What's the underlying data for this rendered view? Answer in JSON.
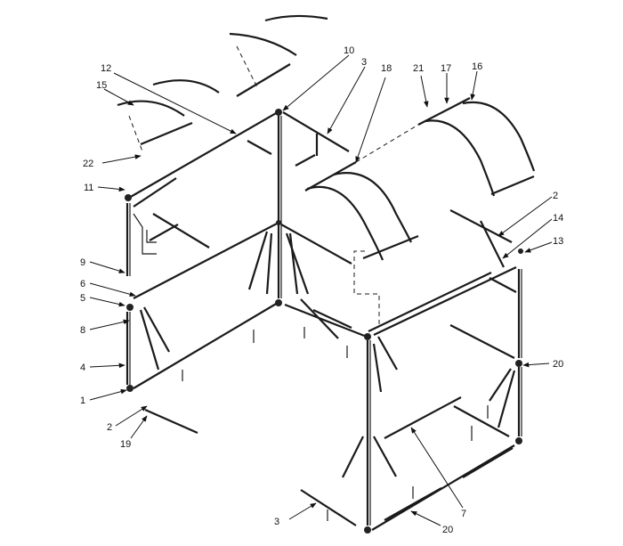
{
  "callouts": [
    {
      "id": "c1",
      "text": "1"
    },
    {
      "id": "c2a",
      "text": "2"
    },
    {
      "id": "c2b",
      "text": "2"
    },
    {
      "id": "c3a",
      "text": "3"
    },
    {
      "id": "c3b",
      "text": "3"
    },
    {
      "id": "c4",
      "text": "4"
    },
    {
      "id": "c5",
      "text": "5"
    },
    {
      "id": "c6",
      "text": "6"
    },
    {
      "id": "c7",
      "text": "7"
    },
    {
      "id": "c8",
      "text": "8"
    },
    {
      "id": "c9",
      "text": "9"
    },
    {
      "id": "c10",
      "text": "10"
    },
    {
      "id": "c11",
      "text": "11"
    },
    {
      "id": "c12",
      "text": "12"
    },
    {
      "id": "c13",
      "text": "13"
    },
    {
      "id": "c14",
      "text": "14"
    },
    {
      "id": "c15",
      "text": "15"
    },
    {
      "id": "c16",
      "text": "16"
    },
    {
      "id": "c17",
      "text": "17"
    },
    {
      "id": "c18",
      "text": "18"
    },
    {
      "id": "c19",
      "text": "19"
    },
    {
      "id": "c20a",
      "text": "20"
    },
    {
      "id": "c20b",
      "text": "20"
    },
    {
      "id": "c21",
      "text": "21"
    },
    {
      "id": "c22",
      "text": "22"
    }
  ]
}
